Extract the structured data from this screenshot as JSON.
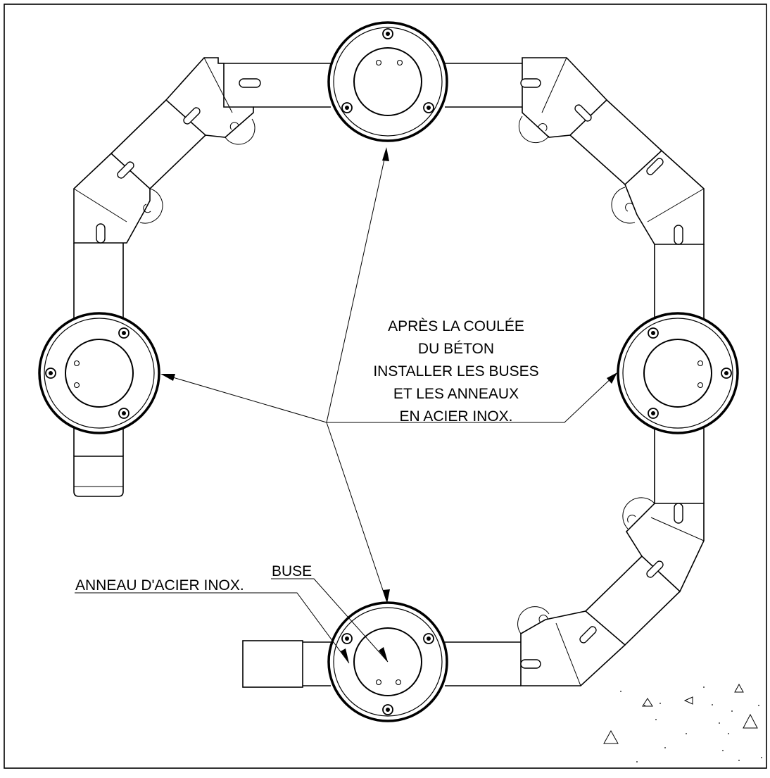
{
  "notes": {
    "installation_lines": [
      "APRÈS LA COULÉE",
      "DU BÉTON",
      "INSTALLER LES BUSES",
      "ET LES ANNEAUX",
      "EN ACIER INOX."
    ],
    "label_nozzle": "BUSE",
    "label_ring": "ANNEAU D'ACIER INOX."
  },
  "colors": {
    "line": "#000000",
    "background": "#ffffff"
  },
  "icons": [
    "nozzle-assembly",
    "elbow-fitting",
    "pipe-segment",
    "concrete-hatch"
  ]
}
